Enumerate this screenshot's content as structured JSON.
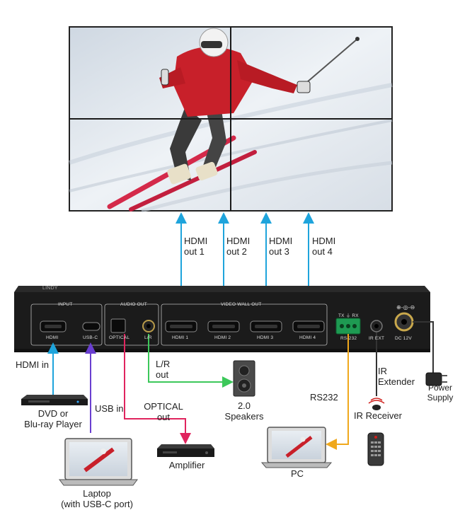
{
  "colors": {
    "hdmi_line": "#1ea4dc",
    "usb_line": "#6a3fd0",
    "optical_line": "#e0245e",
    "lr_line": "#3cc85a",
    "rs232_line": "#f0a81c",
    "ir_line": "#333333",
    "power_line": "#333333",
    "device_body": "#1b1b1b"
  },
  "outputs": [
    {
      "line1": "HDMI",
      "line2": "out 1"
    },
    {
      "line1": "HDMI",
      "line2": "out 2"
    },
    {
      "line1": "HDMI",
      "line2": "out 3"
    },
    {
      "line1": "HDMI",
      "line2": "out 4"
    }
  ],
  "device": {
    "brand": "LINDY",
    "group_input": "INPUT",
    "group_audio": "AUDIO OUT",
    "group_video": "VIDEO WALL OUT",
    "port_hdmi": "HDMI",
    "port_usbc": "USB-C",
    "port_optical": "OPTICAL",
    "port_lr": "L/R",
    "hdmi_outs": [
      "HDMI 1",
      "HDMI 2",
      "HDMI 3",
      "HDMI 4"
    ],
    "rs232_top": "TX ⏚ RX",
    "rs232": "RS-232",
    "ir_ext": "IR EXT",
    "dc": "DC 12V"
  },
  "labels": {
    "hdmi_in": "HDMI in",
    "usb_in": "USB in",
    "dvd_1": "DVD or",
    "dvd_2": "Blu-ray Player",
    "laptop_1": "Laptop",
    "laptop_2": "(with USB-C port)",
    "optical_1": "OPTICAL",
    "optical_2": "out",
    "amplifier": "Amplifier",
    "lr_1": "L/R",
    "lr_2": "out",
    "speakers_1": "2.0",
    "speakers_2": "Speakers",
    "rs232": "RS232",
    "pc": "PC",
    "ir_ext_1": "IR",
    "ir_ext_2": "Extender",
    "ir_receiver": "IR Receiver",
    "power_1": "Power",
    "power_2": "Supply"
  }
}
